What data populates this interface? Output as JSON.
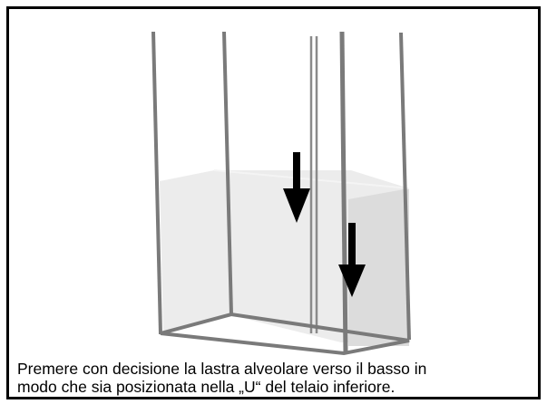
{
  "caption": {
    "line1": "Premere con decisione la lastra alveolare verso il basso in",
    "line2": "modo che sia posizionata nella „U“ del telaio inferiore."
  },
  "illustration": {
    "subject": "assembly-step-panel-insertion",
    "colors": {
      "frame": "#7a7a7a",
      "panel_left": "#ececec",
      "panel_right": "#dcdcdc",
      "arrow": "#000000"
    }
  }
}
